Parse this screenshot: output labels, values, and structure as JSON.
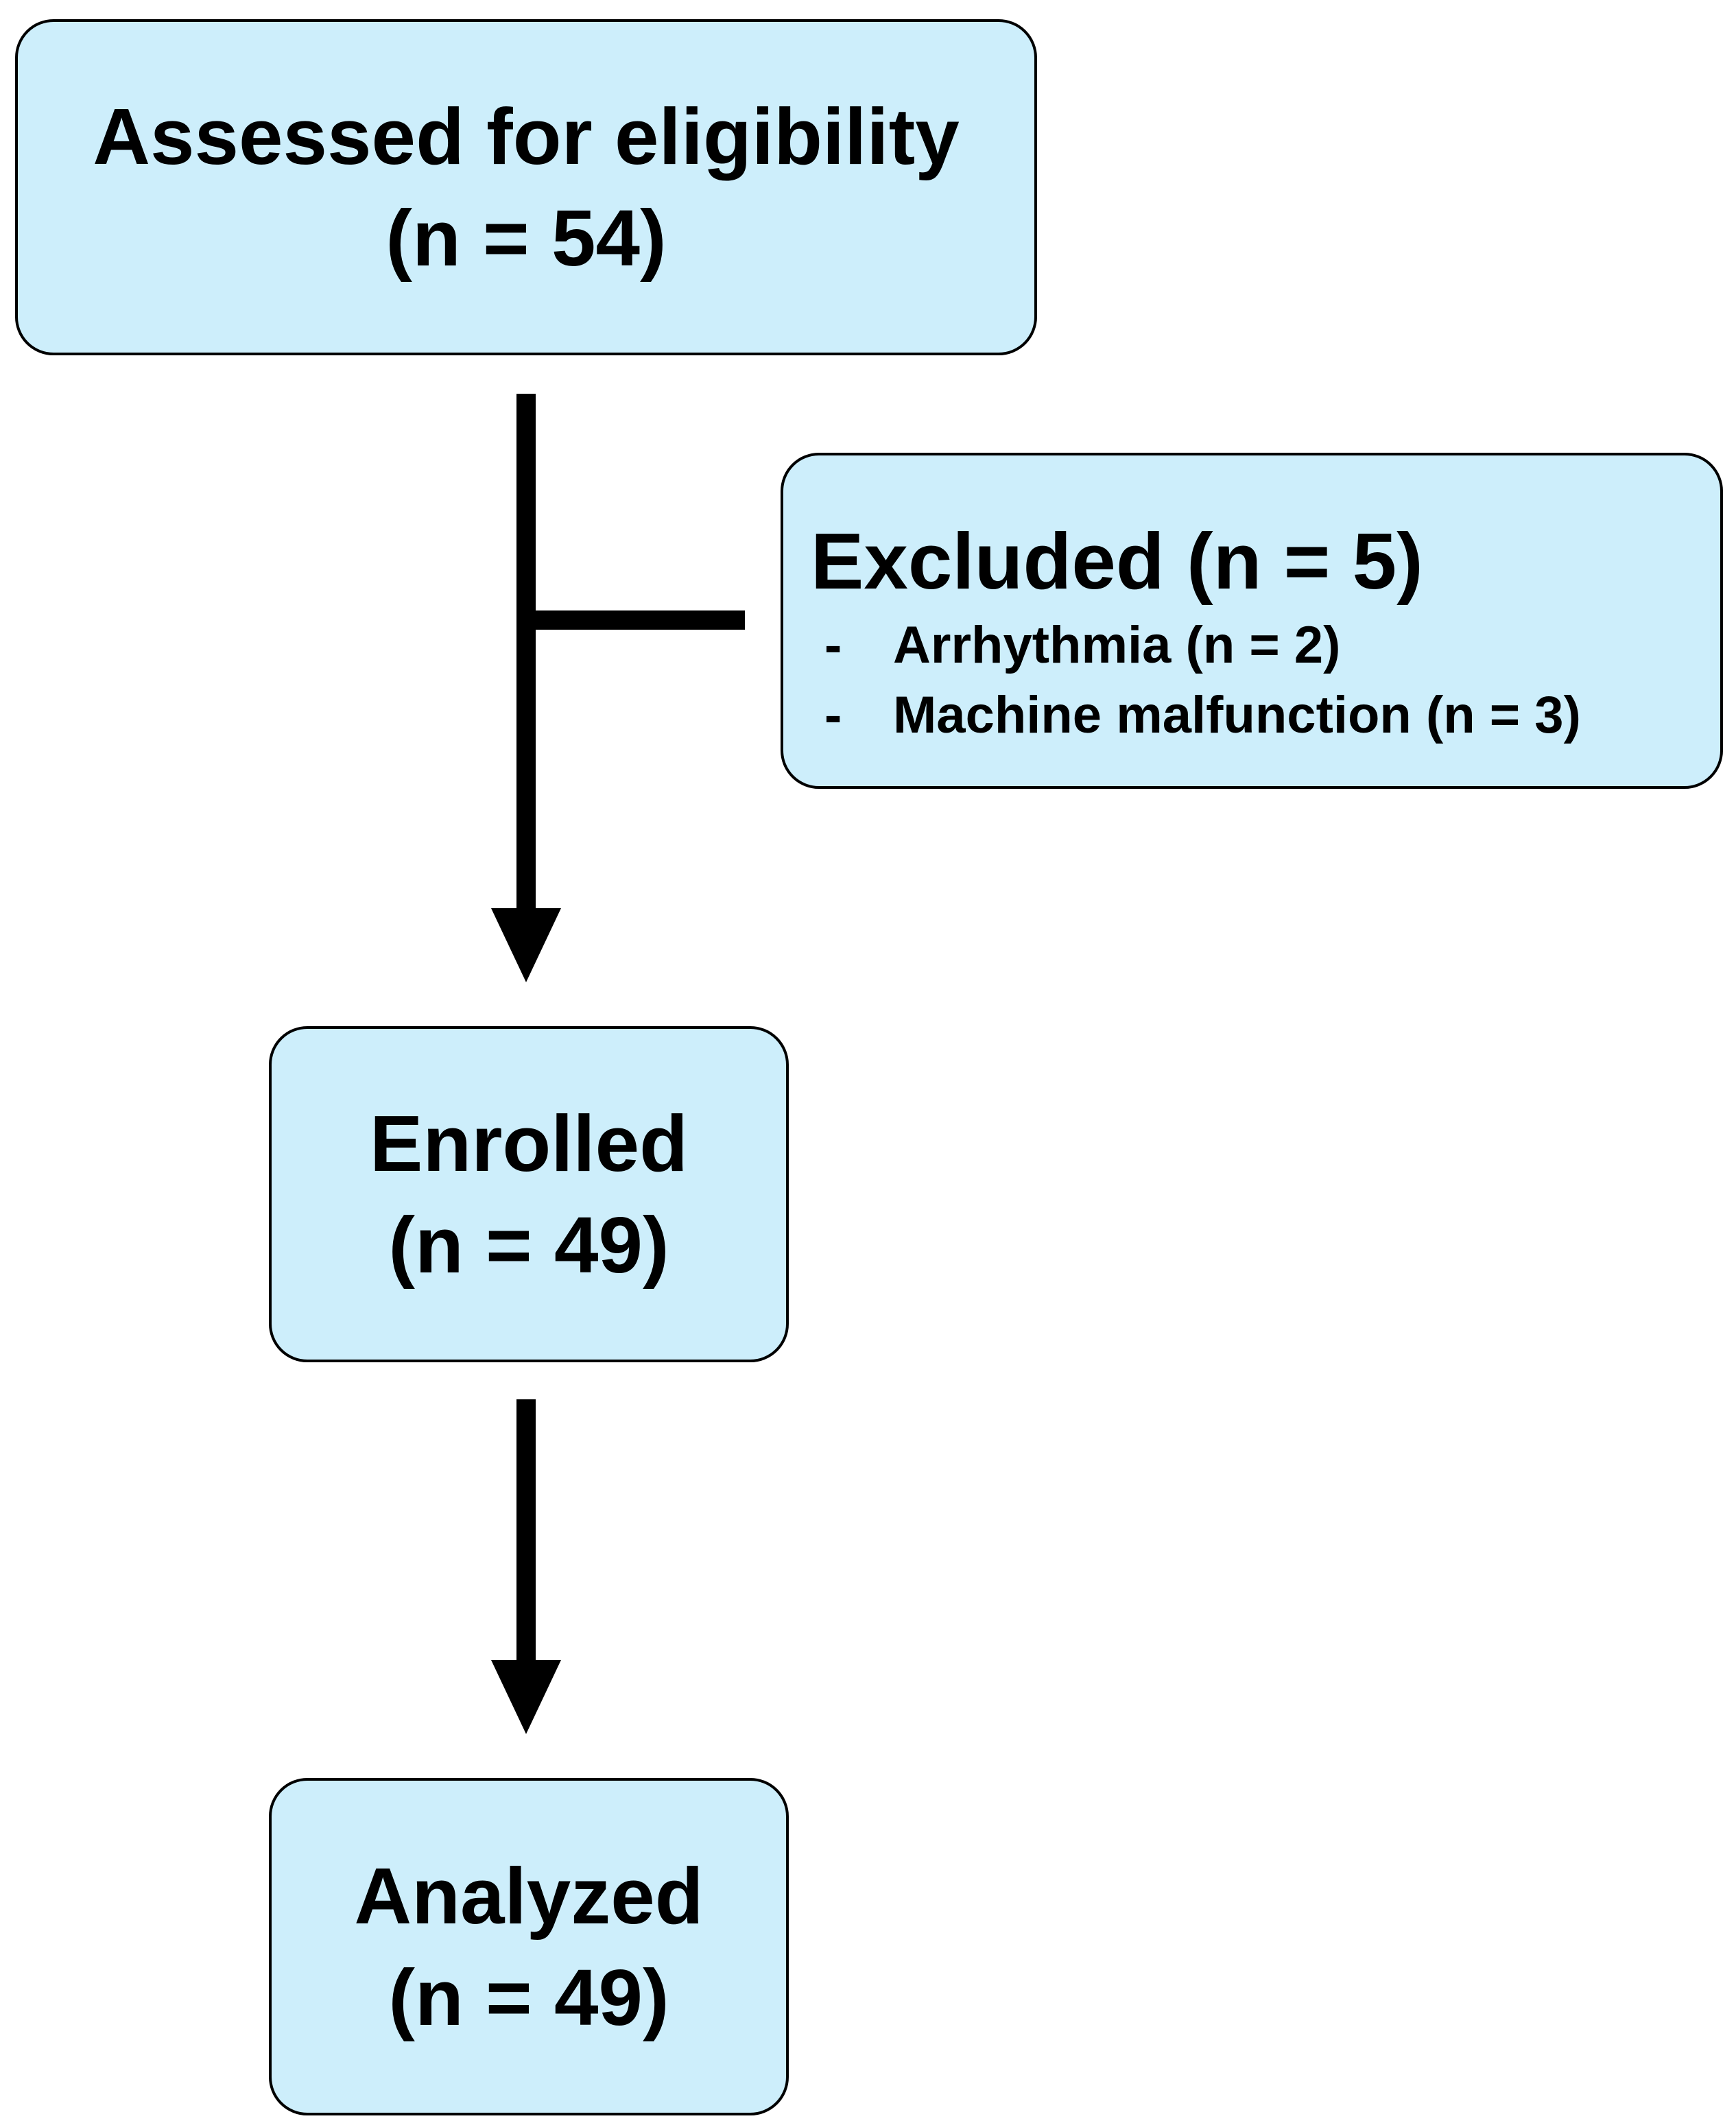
{
  "nodes": {
    "assessed": {
      "label": "Assessed for eligibility",
      "count": "(n = 54)"
    },
    "excluded": {
      "label": "Excluded (n = 5)",
      "bullet": "-",
      "reasons": [
        "Arrhythmia (n = 2)",
        "Machine malfunction (n = 3)"
      ]
    },
    "enrolled": {
      "label": "Enrolled",
      "count": "(n = 49)"
    },
    "analyzed": {
      "label": "Analyzed",
      "count": "(n = 49)"
    }
  },
  "colors": {
    "box_fill": "#cdeefb",
    "box_border": "#000000",
    "connector": "#000000"
  }
}
